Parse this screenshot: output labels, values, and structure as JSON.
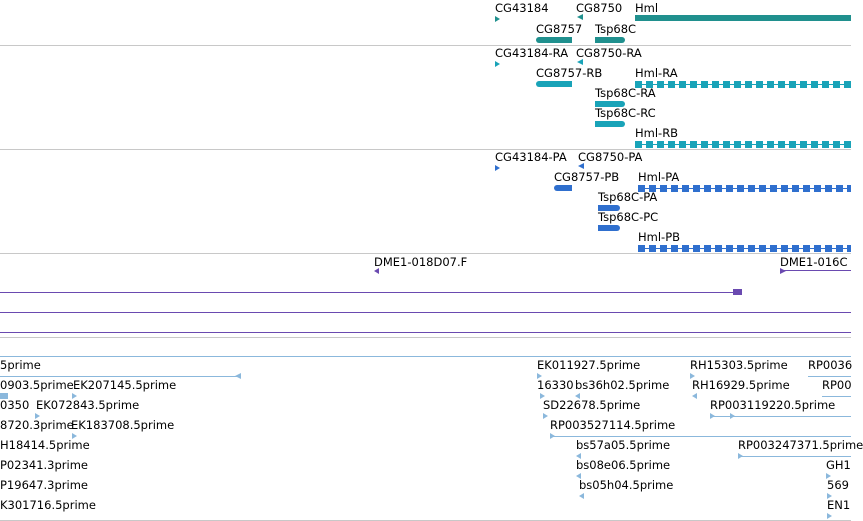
{
  "colors": {
    "gene": "#20908e",
    "transcript_ra": "#19a3b8",
    "protein": "#2f6fce",
    "clone": "#6a4ab0",
    "est": "#8bb8dc",
    "separator": "#c8c8c8"
  },
  "gene_track": {
    "labels": [
      "CG43184",
      "CG8750",
      "Hml",
      "CG8757",
      "Tsp68C"
    ]
  },
  "transcript_track": {
    "labels": [
      "CG43184-RA",
      "CG8750-RA",
      "CG8757-RB",
      "Hml-RA",
      "Tsp68C-RA",
      "Tsp68C-RC",
      "Hml-RB"
    ]
  },
  "protein_track": {
    "labels": [
      "CG43184-PA",
      "CG8750-PA",
      "CG8757-PB",
      "Hml-PA",
      "Tsp68C-PA",
      "Tsp68C-PC",
      "Hml-PB"
    ]
  },
  "clone_track": {
    "labels": [
      "DME1-018D07.F",
      "DME1-016C"
    ]
  },
  "est_track": {
    "labels": [
      "5prime",
      "0903.5prime",
      "EK207145.5prime",
      "0350",
      "EK072843.5prime",
      "8720.3prime",
      "EK183708.5prime",
      "H18414.5prime",
      "P02341.3prime",
      "P19647.3prime",
      "K301716.5prime",
      "EK011927.5prime",
      "RH15303.5prime",
      "RP0036",
      "16330",
      "bs36h02.5prime",
      "RH16929.5prime",
      "RP00",
      "SD22678.5prime",
      "RP003119220.5prime",
      "RP003527114.5prime",
      "bs57a05.5prime",
      "RP003247371.5prime",
      "bs08e06.5prime",
      "GH1",
      "bs05h04.5prime",
      "569",
      "EN1"
    ]
  }
}
